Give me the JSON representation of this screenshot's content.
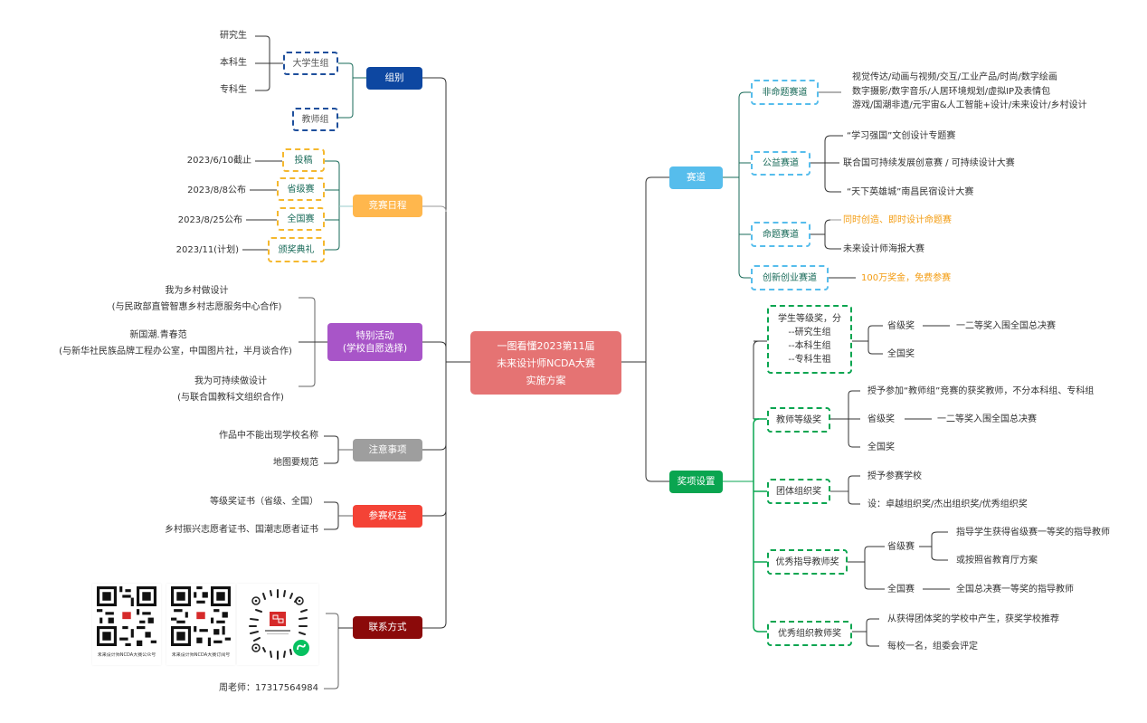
{
  "root": {
    "line1": "一图看懂2023第11届",
    "line2": "未来设计师NCDA大赛",
    "line3": "实施方案"
  },
  "colors": {
    "group": "#0d47a1",
    "schedule": "#ffb74d",
    "special": "#a855c8",
    "notice": "#9e9e9e",
    "rights": "#f44336",
    "contact": "#8b0a0a",
    "track": "#56bdec",
    "awards": "#0aa550",
    "root": "#e57373",
    "highlight": "#f39c12",
    "teal_text": "#1a6b5a"
  },
  "left": {
    "group": {
      "label": "组别",
      "children": [
        {
          "label": "大学生组",
          "items": [
            "研究生",
            "本科生",
            "专科生"
          ]
        },
        {
          "label": "教师组"
        }
      ]
    },
    "schedule": {
      "label": "竞赛日程",
      "children": [
        {
          "label": "投稿",
          "date": "2023/6/10截止"
        },
        {
          "label": "省级赛",
          "date": "2023/8/8公布"
        },
        {
          "label": "全国赛",
          "date": "2023/8/25公布"
        },
        {
          "label": "颁奖典礼",
          "date": "2023/11(计划)"
        }
      ]
    },
    "special": {
      "label_line1": "特别活动",
      "label_line2": "(学校自愿选择)",
      "items": [
        {
          "title": "我为乡村做设计",
          "note": "(与民政部直管智惠乡村志愿服务中心合作)"
        },
        {
          "title": "新国潮.青春范",
          "note": "(与新华社民族品牌工程办公室，中国图片社，半月谈合作)"
        },
        {
          "title": "我为可持续做设计",
          "note": "(与联合国教科文组织合作)"
        }
      ]
    },
    "notice": {
      "label": "注意事项",
      "items": [
        "作品中不能出现学校名称",
        "地图要规范"
      ]
    },
    "rights": {
      "label": "参赛权益",
      "items": [
        "等级奖证书（省级、全国）",
        "乡村振兴志愿者证书、国潮志愿者证书"
      ]
    },
    "contact": {
      "label": "联系方式",
      "qr_codes": [
        {
          "caption": "未来设计师NCDA大赛公众号",
          "icon": "qr-code-icon"
        },
        {
          "caption": "未来设计师NCDA大赛订阅号",
          "icon": "qr-code-icon"
        },
        {
          "caption": "",
          "icon": "mini-program-code-icon"
        }
      ],
      "phone": "周老师：17317564984"
    }
  },
  "right": {
    "tracks": {
      "label": "赛道",
      "children": [
        {
          "label": "非命题赛道",
          "items": [
            "视觉传达/动画与视频/交互/工业产品/时尚/数字绘画",
            "数字摄影/数字音乐/人居环境规划/虚拟IP及表情包",
            "游戏/国潮非遗/元宇宙&人工智能+设计/未来设计/乡村设计"
          ]
        },
        {
          "label": "公益赛道",
          "items": [
            "“学习强国”文创设计专题赛",
            "联合国可持续发展创意赛 / 可持续设计大赛",
            "“天下英雄城”南昌民宿设计大赛"
          ]
        },
        {
          "label": "命题赛道",
          "items": [
            "同时创造、即时设计命题赛",
            "未来设计师海报大赛"
          ]
        },
        {
          "label": "创新创业赛道",
          "items": [
            "100万奖金，免费参赛"
          ]
        }
      ]
    },
    "awards": {
      "label": "奖项设置",
      "student": {
        "lines": [
          "学生等级奖，分",
          "--研究生组",
          "--本科生组",
          "--专科生祖"
        ],
        "provincial": "省级奖",
        "provincial_note": "一二等奖入围全国总决赛",
        "national": "全国奖"
      },
      "teacher": {
        "label": "教师等级奖",
        "desc": "授予参加“教师组”竞赛的获奖教师，不分本科组、专科组",
        "provincial": "省级奖",
        "provincial_note": "一二等奖入围全国总决赛",
        "national": "全国奖"
      },
      "team": {
        "label": "团体组织奖",
        "items": [
          "授予参赛学校",
          "设：卓越组织奖/杰出组织奖/优秀组织奖"
        ]
      },
      "mentor": {
        "label": "优秀指导教师奖",
        "provincial": "省级赛",
        "provincial_items": [
          "指导学生获得省级赛一等奖的指导教师",
          "或按照省教育厅方案"
        ],
        "national": "全国赛",
        "national_note": "全国总决赛一等奖的指导教师"
      },
      "organizer": {
        "label": "优秀组织教师奖",
        "items": [
          "从获得团体奖的学校中产生，获奖学校推荐",
          "每校一名，组委会评定"
        ]
      }
    }
  }
}
